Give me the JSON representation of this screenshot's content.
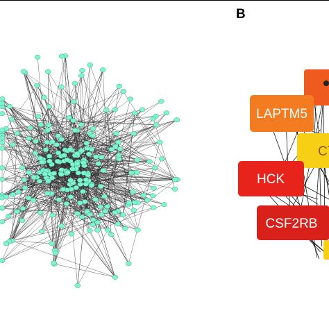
{
  "panel_b_label": "B",
  "colors": {
    "node_fill": "#7ff5cf",
    "node_stroke": "#3aa58a",
    "edge": "#2e2e2e",
    "hub_orange": "#f47c20",
    "hub_red": "#e8231c",
    "hub_dark_red": "#d8211a",
    "hub_yellow": "#f7d016",
    "hub_partial_orange": "#ef5a1f"
  },
  "hub_genes": [
    {
      "name": "LAPTM5",
      "color": "#f47c20"
    },
    {
      "name": "CT",
      "color": "#f7d016"
    },
    {
      "name": "HCK",
      "color": "#e8231c"
    },
    {
      "name": "CSF2RB",
      "color": "#d8211a"
    }
  ],
  "network": {
    "node_count": 260,
    "edge_count": 900
  }
}
